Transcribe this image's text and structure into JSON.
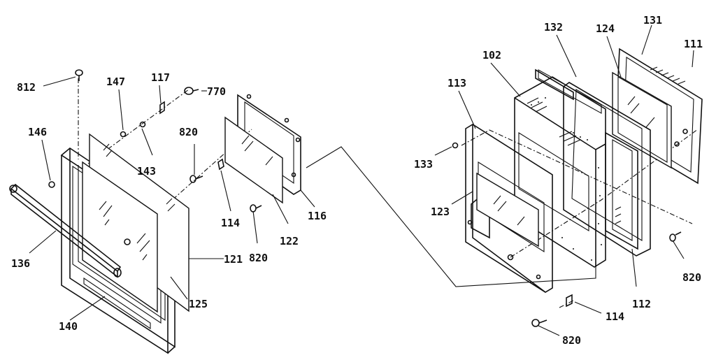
{
  "diagram": {
    "left_assembly_labels": {
      "p812": "812",
      "p147": "147",
      "p117": "117",
      "p770": "770",
      "p146": "146",
      "p143": "143",
      "p820_a": "820",
      "p114_a": "114",
      "p122": "122",
      "p116": "116",
      "p820_b": "820",
      "p136": "136",
      "p121": "121",
      "p125": "125",
      "p140": "140"
    },
    "right_assembly_labels": {
      "p102": "102",
      "p132": "132",
      "p124": "124",
      "p131": "131",
      "p111": "111",
      "p113": "113",
      "p133": "133",
      "p123": "123",
      "p820_c": "820",
      "p112": "112",
      "p114_b": "114",
      "p820_d": "820"
    }
  }
}
